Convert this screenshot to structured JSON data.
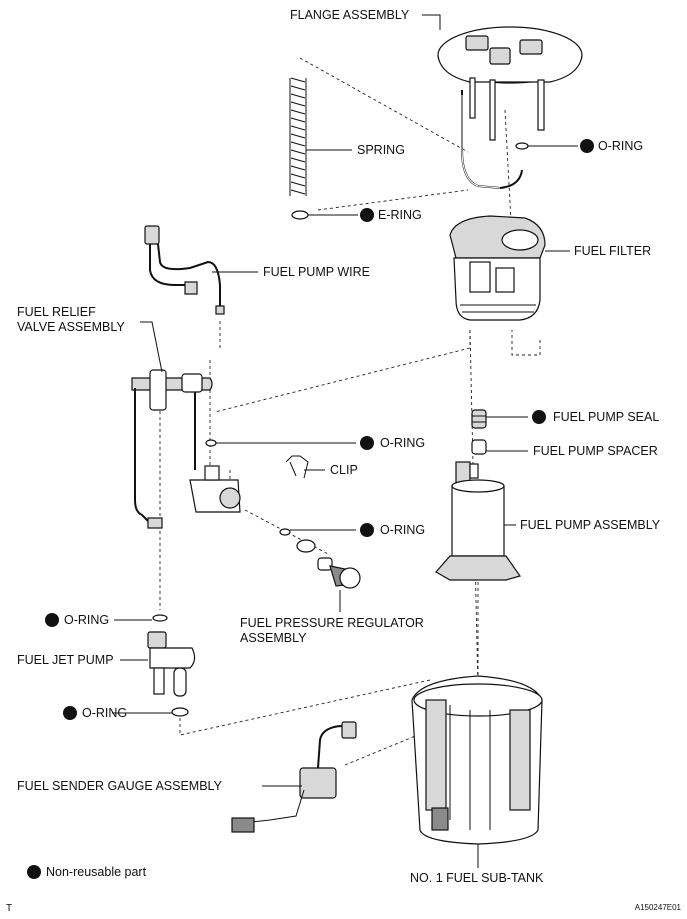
{
  "labels": {
    "flange_assembly": "FLANGE ASSEMBLY",
    "o_ring_top": "O-RING",
    "spring": "SPRING",
    "e_ring": "E-RING",
    "fuel_filter": "FUEL FILTER",
    "fuel_pump_wire": "FUEL PUMP WIRE",
    "fuel_relief_valve_line1": "FUEL RELIEF",
    "fuel_relief_valve_line2": "VALVE ASSEMBLY",
    "fuel_pump_seal": "FUEL PUMP SEAL",
    "fuel_pump_spacer": "FUEL PUMP SPACER",
    "o_ring_mid": "O-RING",
    "clip": "CLIP",
    "o_ring_lower": "O-RING",
    "fuel_pump_assembly": "FUEL PUMP ASSEMBLY",
    "fuel_pressure_regulator_line1": "FUEL PRESSURE REGULATOR",
    "fuel_pressure_regulator_line2": "ASSEMBLY",
    "o_ring_left_top": "O-RING",
    "fuel_jet_pump": "FUEL JET PUMP",
    "o_ring_left_bottom": "O-RING",
    "fuel_sender_gauge": "FUEL SENDER GAUGE ASSEMBLY",
    "sub_tank": "NO. 1 FUEL SUB-TANK"
  },
  "legend": {
    "text": "Non-reusable part"
  },
  "footer": {
    "corner_mark": "T",
    "figure_id": "A150247E01"
  }
}
